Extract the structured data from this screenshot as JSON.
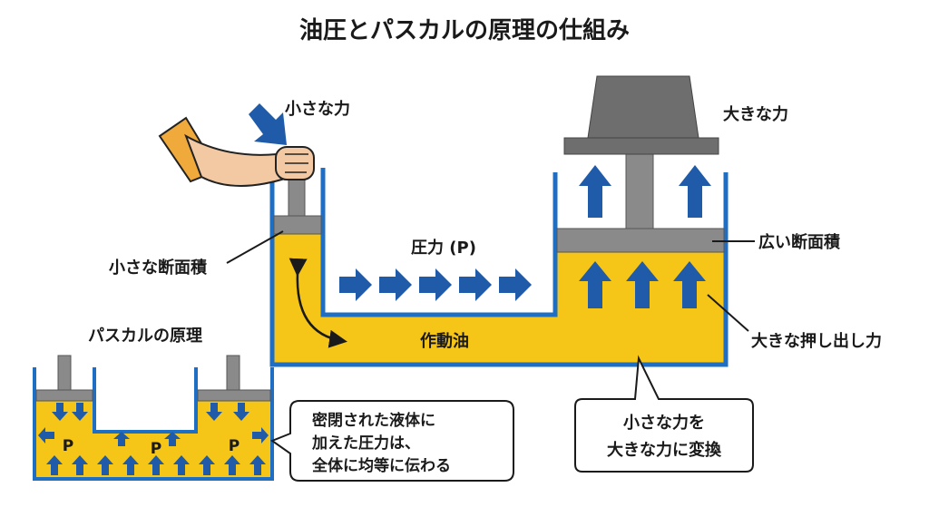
{
  "title": "油圧とパスカルの原理の仕組み",
  "main_diagram": {
    "small_force": "小さな力",
    "large_force": "大きな力",
    "small_area": "小さな断面積",
    "pressure": "圧力 (P)",
    "oil": "作動油",
    "wide_area": "広い断面積",
    "large_push": "大きな押し出し力"
  },
  "callout_conversion": {
    "line1": "小さな力を",
    "line2": "大きな力に変換"
  },
  "pascal_inset": {
    "heading": "パスカルの原理",
    "pressure_marks": [
      "P",
      "P",
      "P"
    ],
    "callout_lines": [
      "密閉された液体に",
      "加えた圧力は、",
      "全体に均等に伝わる"
    ]
  },
  "colors": {
    "oil": "#f5c518",
    "container": "#1e6fc4",
    "arrow": "#1f5ba8",
    "piston": "#8a8a8a",
    "piston_dark": "#5c5c5c",
    "skin": "#f3c9a4",
    "sleeve": "#f0a93b"
  }
}
